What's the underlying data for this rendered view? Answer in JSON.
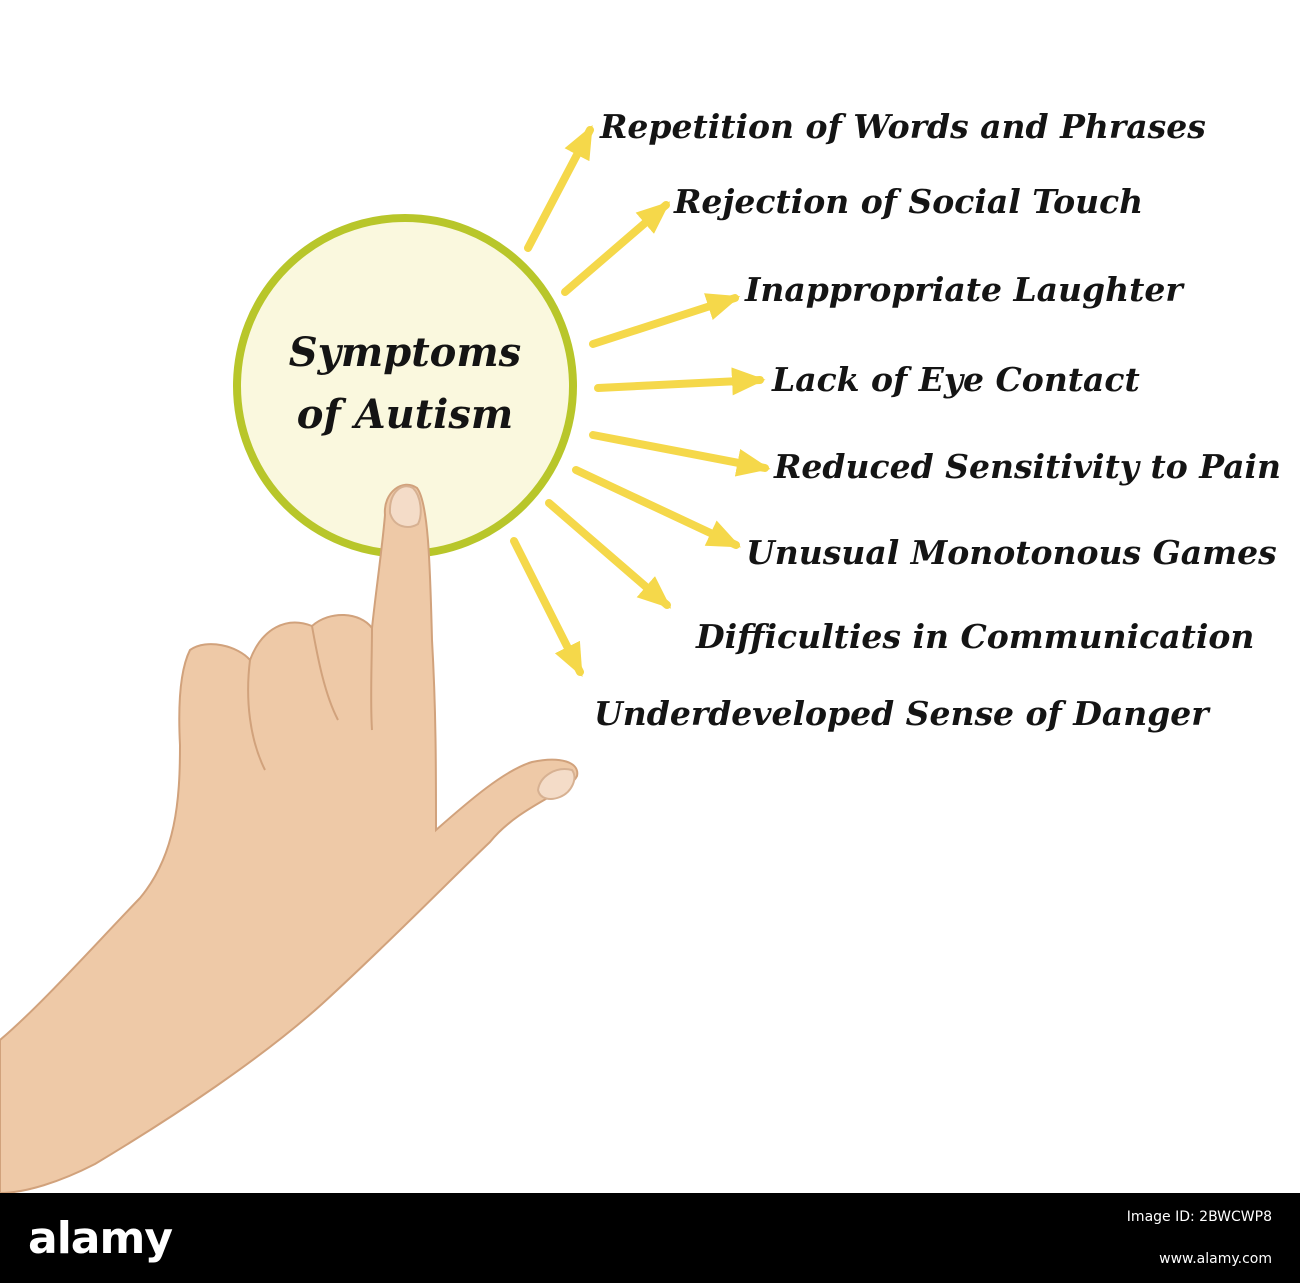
{
  "diagram": {
    "center": {
      "line1": "Symptoms",
      "line2": "of Autism"
    },
    "items": [
      "Repetition of Words and Phrases",
      "Rejection of  Social Touch",
      "Inappropriate Laughter",
      "Lack of Eye Contact",
      "Reduced Sensitivity to Pain",
      "Unusual Monotonous Games",
      "Difficulties in Communication",
      "Underdeveloped Sense of Danger"
    ],
    "colors": {
      "circle_fill": "#faf8de",
      "circle_stroke": "#b8c62a",
      "arrow": "#f5d84a",
      "text": "#141414"
    }
  },
  "footer": {
    "logo": "alamy",
    "image_id": "Image ID: 2BWCWP8",
    "site": "www.alamy.com"
  }
}
